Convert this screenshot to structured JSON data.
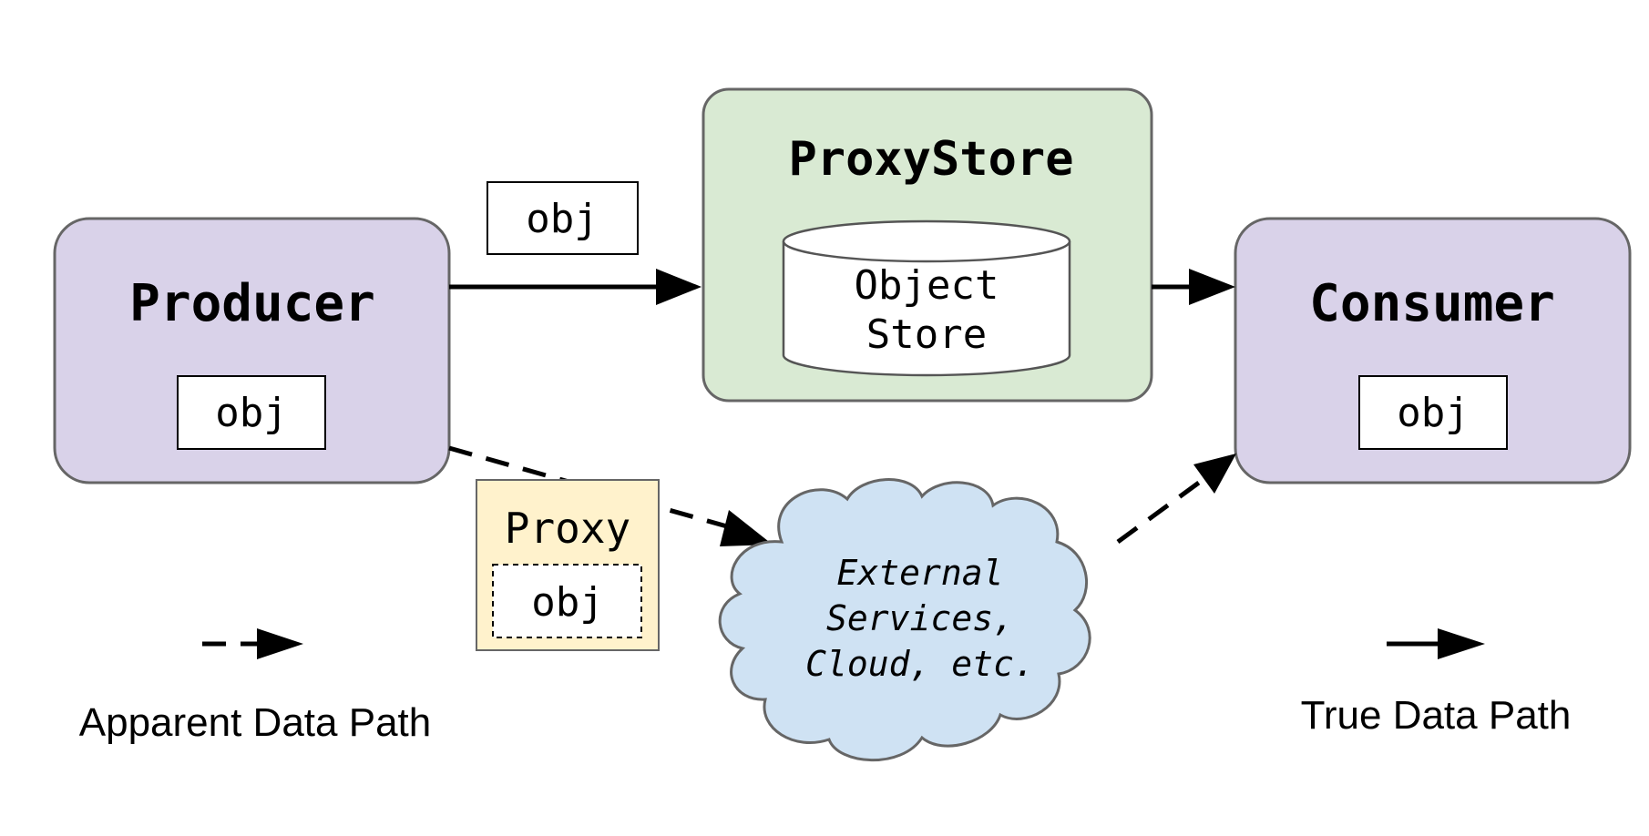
{
  "producer": {
    "title": "Producer",
    "obj_label": "obj"
  },
  "consumer": {
    "title": "Consumer",
    "obj_label": "obj"
  },
  "proxystore": {
    "title": "ProxyStore",
    "store_line1": "Object",
    "store_line2": "Store"
  },
  "transfer_obj_label": "obj",
  "proxy": {
    "title": "Proxy",
    "obj_label": "obj"
  },
  "external": {
    "line1": "External",
    "line2": "Services,",
    "line3": "Cloud, etc."
  },
  "legend": {
    "apparent_label": "Apparent Data Path",
    "true_label": "True Data Path"
  },
  "colors": {
    "producer_fill": "#d9d2e9",
    "consumer_fill": "#d9d2e9",
    "proxystore_fill": "#d9ead3",
    "proxy_fill": "#fff2cc",
    "cloud_fill": "#cfe2f3",
    "border": "#666666",
    "arrow": "#000000"
  }
}
